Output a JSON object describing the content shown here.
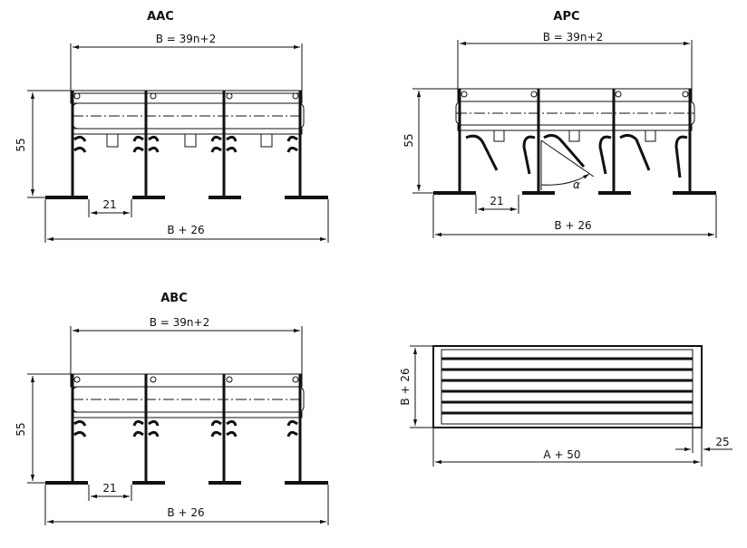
{
  "drawings": [
    {
      "id": "aac",
      "title": "AAC",
      "width_label": "B = 39n+2",
      "height_label": "55",
      "pitch_label": "21",
      "overall_label": "B + 26"
    },
    {
      "id": "apc",
      "title": "APC",
      "width_label": "B = 39n+2",
      "height_label": "55",
      "pitch_label": "21",
      "overall_label": "B + 26",
      "angle_label": "α"
    },
    {
      "id": "abc",
      "title": "ABC",
      "width_label": "B = 39n+2",
      "height_label": "55",
      "pitch_label": "21",
      "overall_label": "B + 26"
    }
  ],
  "front_view": {
    "height_label": "B + 26",
    "width_label": "A + 50",
    "frame_label": "25"
  }
}
